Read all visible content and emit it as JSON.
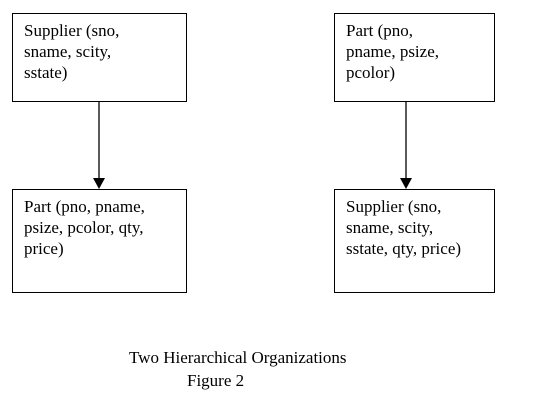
{
  "diagram": {
    "left_hierarchy": {
      "parent": {
        "lines": [
          "Supplier (sno,",
          "sname, scity,",
          "sstate)"
        ]
      },
      "child": {
        "lines": [
          "Part (pno, pname,",
          "psize, pcolor, qty,",
          "price)"
        ]
      }
    },
    "right_hierarchy": {
      "parent": {
        "lines": [
          "Part (pno,",
          "pname, psize,",
          "pcolor)"
        ]
      },
      "child": {
        "lines": [
          "Supplier (sno,",
          "sname, scity,",
          "sstate, qty, price)"
        ]
      }
    },
    "edge_color": "#000000"
  },
  "caption": {
    "line1": "Two Hierarchical Organizations",
    "line2": "Figure 2"
  }
}
